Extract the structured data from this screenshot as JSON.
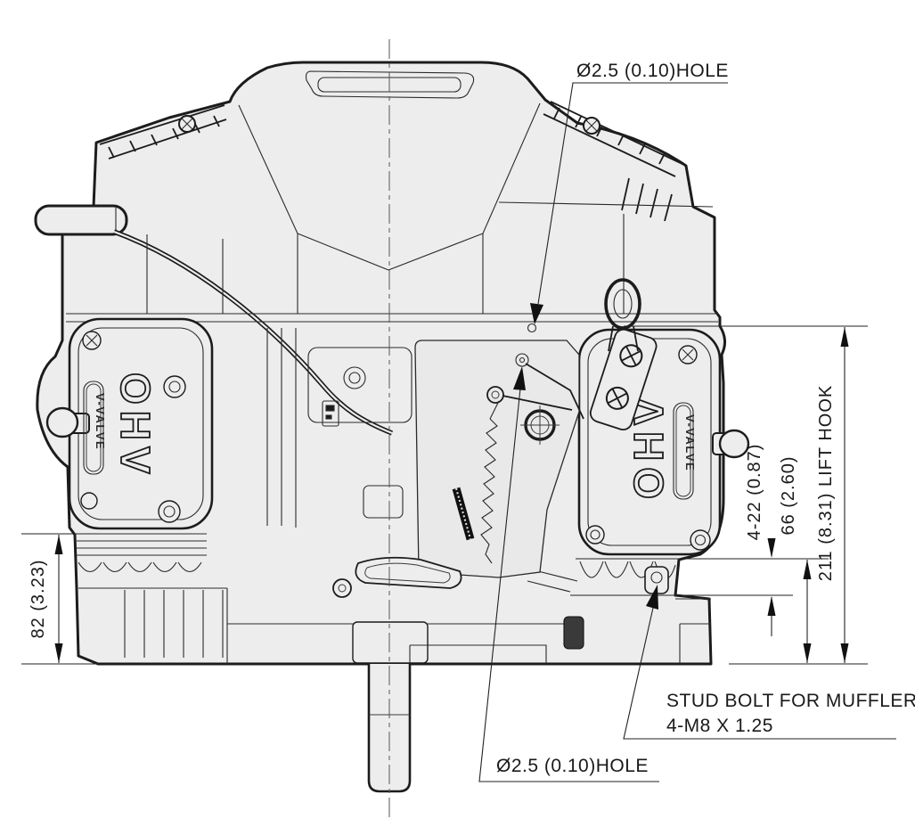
{
  "callouts": {
    "hole_top": {
      "label": "Ø2.5 (0.10)HOLE",
      "diameter_mm": 2.5,
      "diameter_in": 0.1
    },
    "hole_bottom": {
      "label": "Ø2.5 (0.10)HOLE",
      "diameter_mm": 2.5,
      "diameter_in": 0.1
    },
    "stud_bolt": {
      "line1": "STUD BOLT FOR MUFFLER",
      "line2": "4-M8 X 1.25"
    }
  },
  "dimensions": {
    "height_82": {
      "label": "82 (3.23)",
      "mm": 82,
      "in": 3.23
    },
    "stud_offset_22": {
      "label": "4-22 (0.87)",
      "mm": 22,
      "in": 0.87,
      "count": 4
    },
    "height_66": {
      "label": "66 (2.60)",
      "mm": 66,
      "in": 2.6
    },
    "lift_hook_211": {
      "label": "211 (8.31) LIFT HOOK",
      "mm": 211,
      "in": 8.31
    }
  },
  "badges": {
    "left": {
      "ohv": "OHV",
      "v_valve": "V-VALVE"
    },
    "right": {
      "ohv": "OHV",
      "v_valve": "V-VALVE"
    }
  },
  "colors": {
    "line": "#1c1c1c",
    "body_fill": "#ededed",
    "background": "#ffffff",
    "dimension_line": "#222222"
  }
}
